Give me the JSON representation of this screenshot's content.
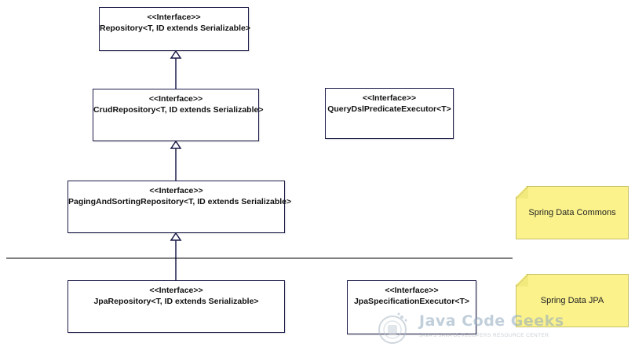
{
  "stereotype": "<<Interface>>",
  "interfaces": {
    "repository": "Repository<T, ID extends Serializable>",
    "crud_repository": "CrudRepository<T, ID extends Serializable>",
    "querydsl_executor": "QueryDslPredicateExecutor<T>",
    "paging_sorting_repository": "PagingAndSortingRepository<T, ID extends Serializable>",
    "jpa_repository": "JpaRepository<T, ID extends Serializable>",
    "jpa_specification_executor": "JpaSpecificationExecutor<T>"
  },
  "notes": {
    "commons": "Spring Data Commons",
    "jpa": "Spring Data JPA"
  },
  "watermark": {
    "title": "Java Code Geeks",
    "subtitle": "JAVA 2 JAVA DEVELOPERS RESOURCE CENTER",
    "logo_icon": "jcg-logo-icon"
  },
  "colors": {
    "box_border": "#1c1c4a",
    "note_fill": "#fbf28c",
    "line": "#1c1c4a"
  }
}
